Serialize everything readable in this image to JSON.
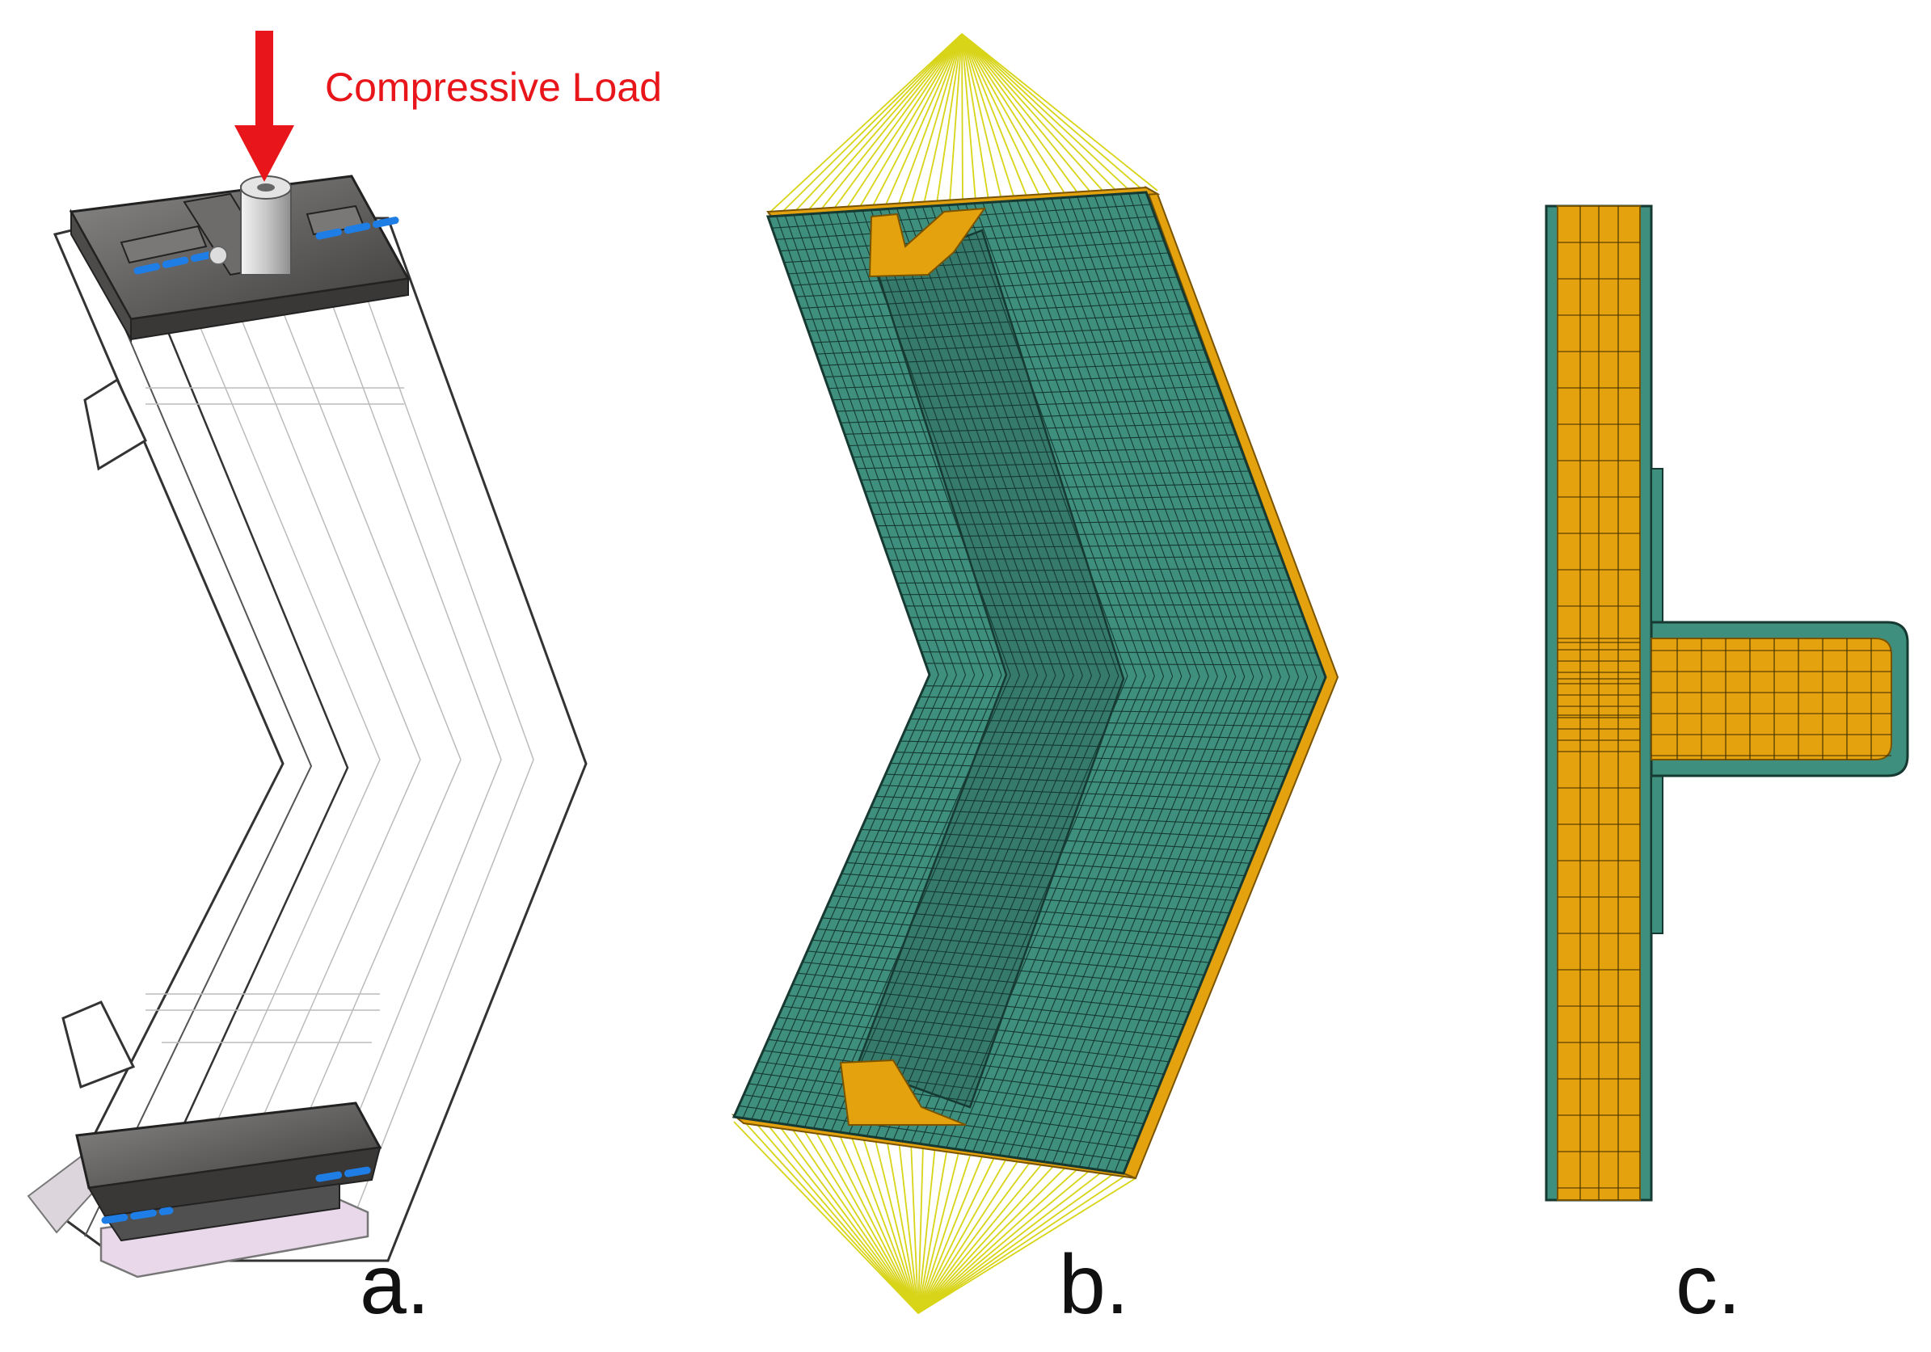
{
  "panels": [
    {
      "id": "a",
      "label": "a."
    },
    {
      "id": "b",
      "label": "b."
    },
    {
      "id": "c",
      "label": "c."
    }
  ],
  "annotation": {
    "load_label": "Compressive Load"
  },
  "colors": {
    "arrow": "#e8161b",
    "load_text": "#e8161b",
    "mesh_green": "#3f8f7e",
    "mesh_line": "#163a32",
    "mesh_orange": "#e3a20e",
    "orange_line": "#7a5400",
    "constraint_lines": "#d8d418",
    "pin_blue": "#1e7ee6",
    "fixture_dark": "#5c5a58",
    "fixture_light": "#9a9896",
    "base_pink": "#e9d8ea",
    "outline": "#333333"
  },
  "icons": {
    "load_arrow": "down-arrow-icon",
    "pin": "pin-icon"
  }
}
